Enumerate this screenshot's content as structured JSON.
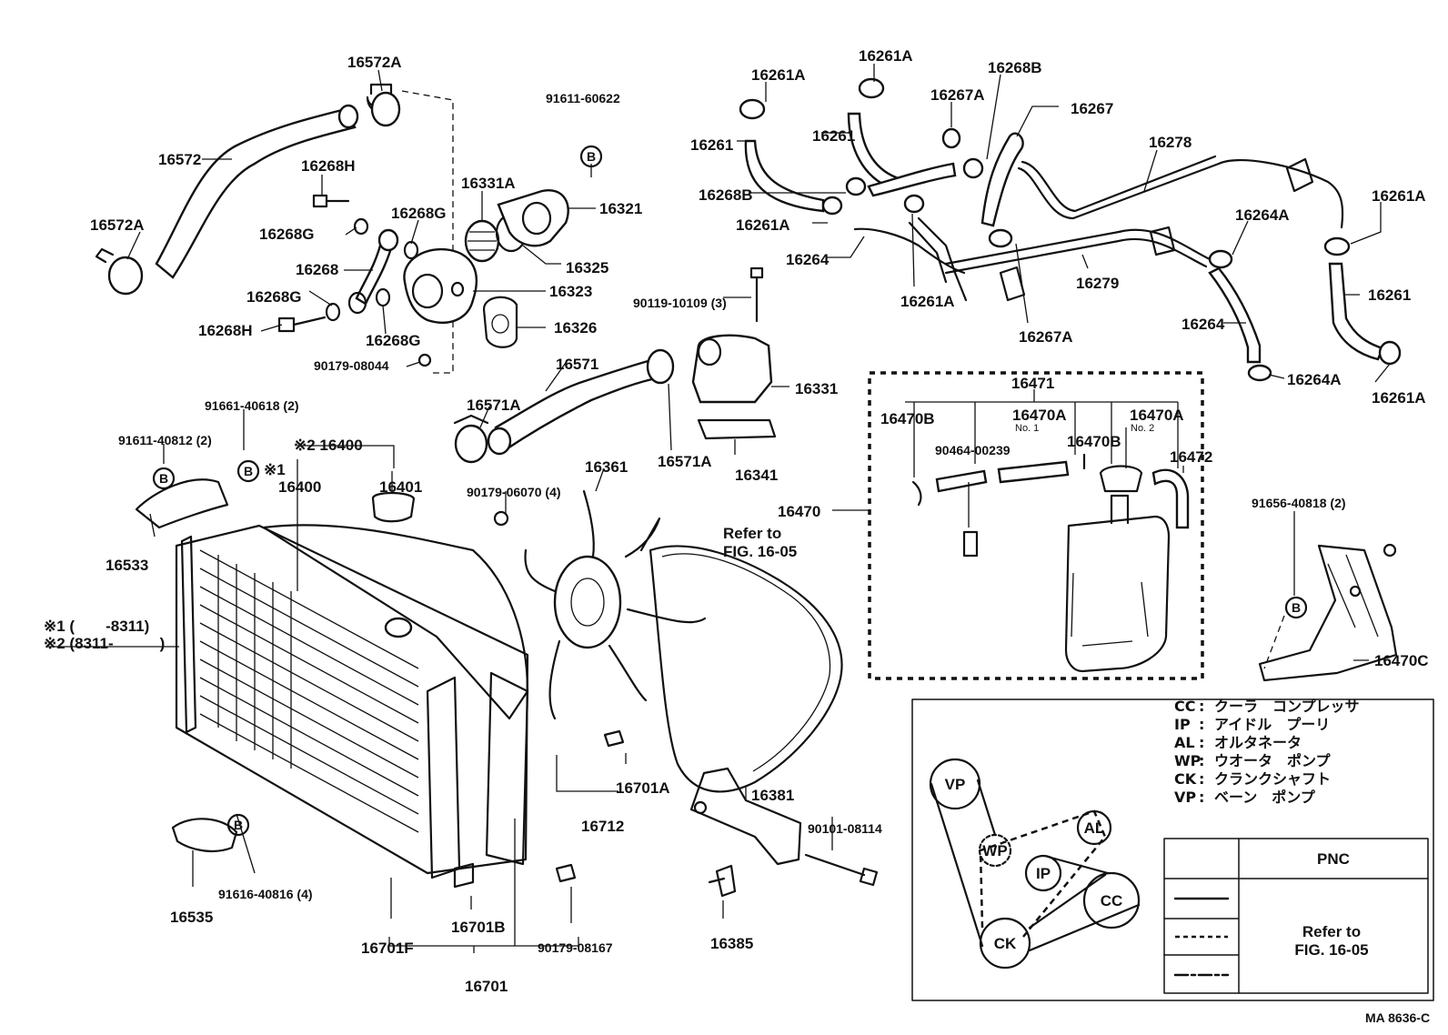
{
  "figure_code": "MA 8636-C",
  "parts": [
    {
      "id": "p-16572A-top",
      "text": "16572A"
    },
    {
      "id": "p-16572",
      "text": "16572"
    },
    {
      "id": "p-16572A-left",
      "text": "16572A"
    },
    {
      "id": "p-16268H-top",
      "text": "16268H"
    },
    {
      "id": "p-16268G-a",
      "text": "16268G"
    },
    {
      "id": "p-16268G-b",
      "text": "16268G"
    },
    {
      "id": "p-16268",
      "text": "16268"
    },
    {
      "id": "p-16268G-c",
      "text": "16268G"
    },
    {
      "id": "p-16268H-bot",
      "text": "16268H"
    },
    {
      "id": "p-16268G-d",
      "text": "16268G"
    },
    {
      "id": "p-90179-08044",
      "text": "90179-08044"
    },
    {
      "id": "p-16331A",
      "text": "16331A"
    },
    {
      "id": "p-91611-60622",
      "text": "91611-60622"
    },
    {
      "id": "p-16321",
      "text": "16321"
    },
    {
      "id": "p-16325",
      "text": "16325"
    },
    {
      "id": "p-16323",
      "text": "16323"
    },
    {
      "id": "p-16326",
      "text": "16326"
    },
    {
      "id": "p-90119-10109",
      "text": "90119-10109 (3)"
    },
    {
      "id": "p-16571",
      "text": "16571"
    },
    {
      "id": "p-16571A-left",
      "text": "16571A"
    },
    {
      "id": "p-16571A-right",
      "text": "16571A"
    },
    {
      "id": "p-16331",
      "text": "16331"
    },
    {
      "id": "p-16341",
      "text": "16341"
    },
    {
      "id": "p-91661-40618",
      "text": "91661-40618 (2)"
    },
    {
      "id": "p-91611-40812",
      "text": "91611-40812 (2)"
    },
    {
      "id": "p-16400-a",
      "text": "※2 16400"
    },
    {
      "id": "p-16400-b",
      "text": "※1"
    },
    {
      "id": "p-16400-c",
      "text": "16400"
    },
    {
      "id": "p-16401",
      "text": "16401"
    },
    {
      "id": "p-16533",
      "text": "16533"
    },
    {
      "id": "p-note1",
      "text": "※1 (　　-8311)"
    },
    {
      "id": "p-note2",
      "text": "※2 (8311-　　　)"
    },
    {
      "id": "p-90179-06070",
      "text": "90179-06070 (4)"
    },
    {
      "id": "p-16361",
      "text": "16361"
    },
    {
      "id": "p-refer-a",
      "text": "Refer to"
    },
    {
      "id": "p-refer-b",
      "text": "FIG. 16-05"
    },
    {
      "id": "p-16701A",
      "text": "16701A"
    },
    {
      "id": "p-16712",
      "text": "16712"
    },
    {
      "id": "p-16381",
      "text": "16381"
    },
    {
      "id": "p-90101-08114",
      "text": "90101-08114"
    },
    {
      "id": "p-16385",
      "text": "16385"
    },
    {
      "id": "p-16535",
      "text": "16535"
    },
    {
      "id": "p-91616-40816",
      "text": "91616-40816 (4)"
    },
    {
      "id": "p-16701F",
      "text": "16701F"
    },
    {
      "id": "p-16701B",
      "text": "16701B"
    },
    {
      "id": "p-90179-08167",
      "text": "90179-08167"
    },
    {
      "id": "p-16701",
      "text": "16701"
    },
    {
      "id": "p-16261A-1",
      "text": "16261A"
    },
    {
      "id": "p-16261A-2",
      "text": "16261A"
    },
    {
      "id": "p-16268B-top",
      "text": "16268B"
    },
    {
      "id": "p-16267A-top",
      "text": "16267A"
    },
    {
      "id": "p-16267",
      "text": "16267"
    },
    {
      "id": "p-16278",
      "text": "16278"
    },
    {
      "id": "p-16261-1",
      "text": "16261"
    },
    {
      "id": "p-16261-2",
      "text": "16261"
    },
    {
      "id": "p-16268B-left",
      "text": "16268B"
    },
    {
      "id": "p-16261A-3",
      "text": "16261A"
    },
    {
      "id": "p-16264-a",
      "text": "16264"
    },
    {
      "id": "p-16261A-4",
      "text": "16261A"
    },
    {
      "id": "p-16267A-bot",
      "text": "16267A"
    },
    {
      "id": "p-16279",
      "text": "16279"
    },
    {
      "id": "p-16264A-top",
      "text": "16264A"
    },
    {
      "id": "p-16261A-right-top",
      "text": "16261A"
    },
    {
      "id": "p-16261-right",
      "text": "16261"
    },
    {
      "id": "p-16264-b",
      "text": "16264"
    },
    {
      "id": "p-16264A-bot",
      "text": "16264A"
    },
    {
      "id": "p-16261A-right-bot",
      "text": "16261A"
    },
    {
      "id": "p-16471",
      "text": "16471"
    },
    {
      "id": "p-16470B-left",
      "text": "16470B"
    },
    {
      "id": "p-16470A-1",
      "text": "16470A"
    },
    {
      "id": "p-no1",
      "text": "No. 1"
    },
    {
      "id": "p-16470A-2",
      "text": "16470A"
    },
    {
      "id": "p-no2",
      "text": "No. 2"
    },
    {
      "id": "p-90464-00239",
      "text": "90464-00239"
    },
    {
      "id": "p-16470B-right",
      "text": "16470B"
    },
    {
      "id": "p-16472",
      "text": "16472"
    },
    {
      "id": "p-16470",
      "text": "16470"
    },
    {
      "id": "p-91656-40818",
      "text": "91656-40818 (2)"
    },
    {
      "id": "p-16470C",
      "text": "16470C"
    },
    {
      "id": "b-1",
      "text": "B"
    },
    {
      "id": "b-2",
      "text": "B"
    },
    {
      "id": "b-3",
      "text": "B"
    },
    {
      "id": "b-4",
      "text": "B"
    },
    {
      "id": "b-5",
      "text": "B"
    }
  ],
  "legend": {
    "entries": [
      {
        "code": "CC",
        "sep": ":",
        "desc": "クーラ　コンプレッサ"
      },
      {
        "code": "IP",
        "sep": ":",
        "desc": "アイドル　プーリ"
      },
      {
        "code": "AL",
        "sep": ":",
        "desc": "オルタネータ"
      },
      {
        "code": "WP",
        "sep": ":",
        "desc": "ウオータ　ポンプ"
      },
      {
        "code": "CK",
        "sep": ":",
        "desc": "クランクシャフト"
      },
      {
        "code": "VP",
        "sep": ":",
        "desc": "ベーン　ポンプ"
      }
    ],
    "pnc_header": "PNC",
    "pnc_ref_a": "Refer to",
    "pnc_ref_b": "FIG. 16-05",
    "pulleys": {
      "vp": "VP",
      "wp": "WP",
      "al": "AL",
      "ip": "IP",
      "cc": "CC",
      "ck": "CK"
    }
  }
}
